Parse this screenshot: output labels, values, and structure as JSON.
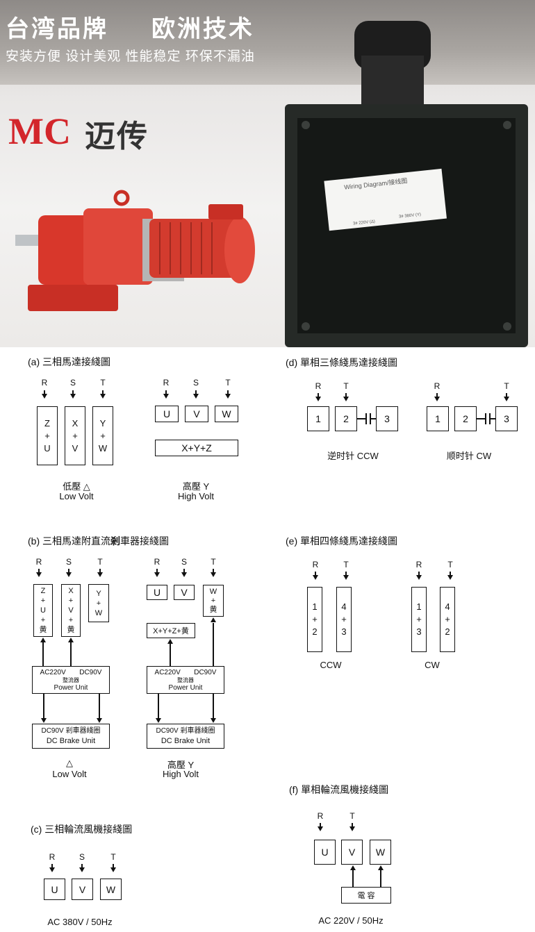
{
  "banner": {
    "slogan_left": "台湾品牌",
    "slogan_right": "欧洲技术",
    "sub": "安装方便  设计美观  性能稳定  环保不漏油",
    "brand_mark": "MC",
    "brand_name": "迈传",
    "label_title": "Wiring Diagram/接线图",
    "label_left": "3# 220V (Δ)",
    "label_right": "3# 380V (Y)"
  },
  "a": {
    "title": "(a)  三相馬達接綫圖",
    "low": {
      "phases": [
        "R",
        "S",
        "T"
      ],
      "boxes": [
        [
          "Z",
          "+",
          "U"
        ],
        [
          "X",
          "+",
          "V"
        ],
        [
          "Y",
          "+",
          "W"
        ]
      ],
      "cap1": "低壓  △",
      "cap2": "Low  Volt"
    },
    "high": {
      "phases": [
        "R",
        "S",
        "T"
      ],
      "boxes": [
        "U",
        "V",
        "W"
      ],
      "bar": "X+Y+Z",
      "cap1": "高壓  Y",
      "cap2": "High  Volt"
    }
  },
  "d": {
    "title": "(d)  單相三條綫馬達接綫圖",
    "ccw": {
      "phases": [
        "R",
        "T"
      ],
      "boxes": [
        "1",
        "2",
        "3"
      ],
      "cap": "逆时针 CCW"
    },
    "cw": {
      "phases": [
        "R",
        "T"
      ],
      "boxes": [
        "1",
        "2",
        "3"
      ],
      "cap": "顺时针 CW"
    }
  },
  "b": {
    "title_pre": "(b) 三相馬達附直流",
    "title_bold": "剎",
    "title_post": "車器接綫圖",
    "low": {
      "phases": [
        "R",
        "S",
        "T"
      ],
      "boxes": [
        [
          "Z",
          "+",
          "U",
          "+",
          "黄"
        ],
        [
          "X",
          "+",
          "V",
          "+",
          "黄"
        ],
        [
          "Y",
          "+",
          "W"
        ]
      ],
      "power1": "AC220V       DC90V",
      "power2": "整流器",
      "power3": "Power Unit",
      "brake1": "DC90V 剎車器綫圈",
      "brake2": "DC Brake Unit",
      "cap1": "△",
      "cap2": "Low  Volt"
    },
    "high": {
      "phases": [
        "R",
        "S",
        "T"
      ],
      "boxes": [
        "U",
        "V"
      ],
      "wbox": [
        "W",
        "+",
        "黄"
      ],
      "bar": "X+Y+Z+黄",
      "power1": "AC220V       DC90V",
      "power2": "整流器",
      "power3": "Power Unit",
      "brake1": "DC90V 剎車器綫圈",
      "brake2": "DC Brake Unit",
      "cap1": "高壓  Y",
      "cap2": "High  Volt"
    }
  },
  "e": {
    "title": "(e)  單相四條綫馬達接綫圖",
    "ccw": {
      "phases": [
        "R",
        "T"
      ],
      "boxes": [
        [
          "1",
          "+",
          "2"
        ],
        [
          "4",
          "+",
          "3"
        ]
      ],
      "cap": "CCW"
    },
    "cw": {
      "phases": [
        "R",
        "T"
      ],
      "boxes": [
        [
          "1",
          "+",
          "3"
        ],
        [
          "4",
          "+",
          "2"
        ]
      ],
      "cap": "CW"
    }
  },
  "c": {
    "title": "(c) 三相輪流風機接綫圖",
    "phases": [
      "R",
      "S",
      "T"
    ],
    "boxes": [
      "U",
      "V",
      "W"
    ],
    "cap": "AC  380V / 50Hz"
  },
  "f": {
    "title": "(f)  單相輪流風機接綫圖",
    "phases": [
      "R",
      "T"
    ],
    "boxes": [
      "U",
      "V",
      "W"
    ],
    "cap_box": "電  容",
    "cap": "AC 220V / 50Hz"
  }
}
